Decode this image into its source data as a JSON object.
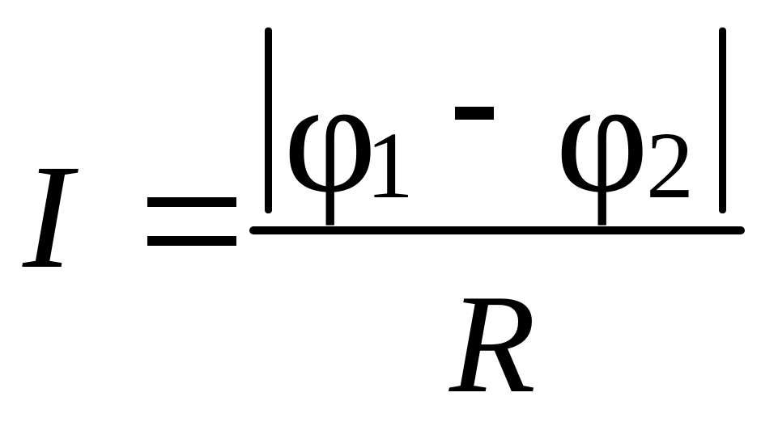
{
  "formula": {
    "lhs": "I",
    "equals": "=",
    "numerator": {
      "term1_symbol": "φ",
      "term1_subscript": "1",
      "operator": "-",
      "term2_symbol": "φ",
      "term2_subscript": "2"
    },
    "denominator": "R"
  }
}
